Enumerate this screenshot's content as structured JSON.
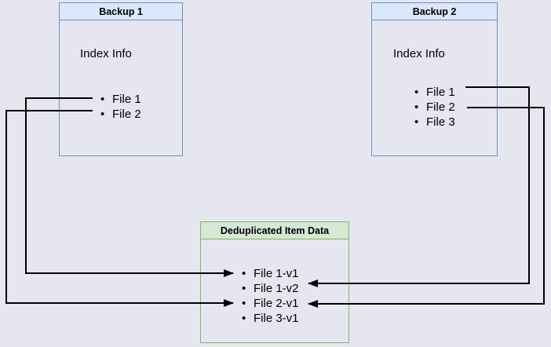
{
  "ui": {
    "bullet": "•"
  },
  "colors": {
    "background": "#e6e6f0",
    "backup_border": "#6c8ebf",
    "backup_header_fill": "#dae8fc",
    "dedup_border": "#82b366",
    "dedup_header_fill": "#d5e8d4",
    "line": "#000000"
  },
  "diagram": {
    "nodes": {
      "backup1": {
        "title": "Backup 1",
        "section_label": "Index Info",
        "files": [
          "File 1",
          "File 2"
        ]
      },
      "backup2": {
        "title": "Backup 2",
        "section_label": "Index Info",
        "files": [
          "File 1",
          "File 2",
          "File 3"
        ]
      },
      "dedup": {
        "title": "Deduplicated Item Data",
        "items": [
          "File 1-v1",
          "File 1-v2",
          "File 2-v1",
          "File 3-v1"
        ]
      }
    },
    "edges": [
      {
        "from": "Backup 1 / File 1",
        "to": "File 1-v1"
      },
      {
        "from": "Backup 1 / File 2",
        "to": "File 2-v1"
      },
      {
        "from": "Backup 2 / File 1",
        "to": "File 1-v2"
      },
      {
        "from": "Backup 2 / File 2",
        "to": "File 2-v1"
      }
    ]
  }
}
